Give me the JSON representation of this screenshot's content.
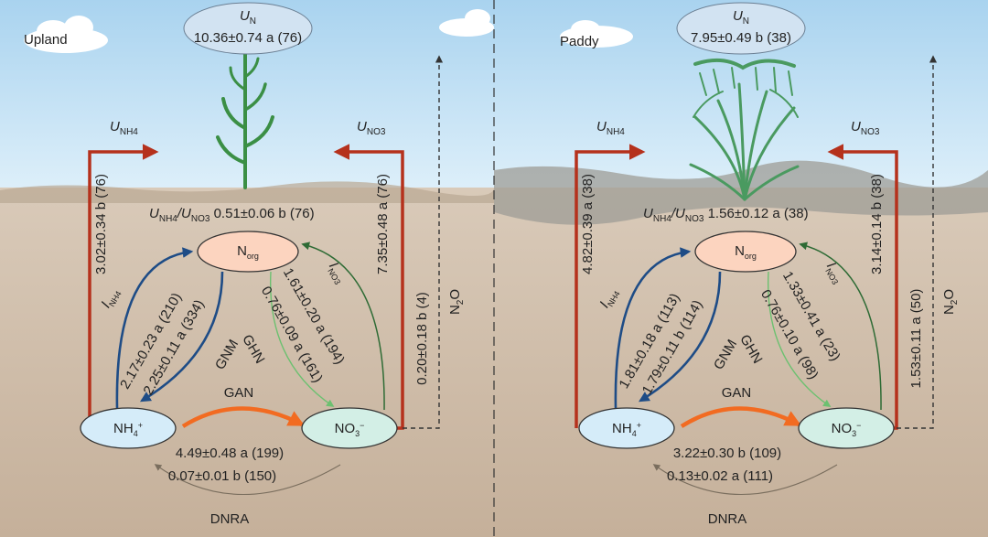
{
  "colors": {
    "sky_top": "#a9d3ef",
    "sky_bottom": "#d8ecf8",
    "soil": "#cdbba9",
    "soil_dark": "#bba892",
    "uptake_arrow": "#b5311c",
    "gan_arrow": "#f26b21",
    "gnm_arrow": "#1e4c86",
    "ghn_arrow": "#6cc070",
    "ino3_arrow": "#2e6b35",
    "dnra_arrow": "#7a6e5e",
    "norg_fill": "#fcd4bf",
    "nh4_fill": "#d5ecf9",
    "no3_fill": "#d3efe6",
    "un_fill": "#d2e3f2",
    "plant": "#3b8f45",
    "rice": "#4a9a60"
  },
  "panels": [
    {
      "label": "Upland",
      "plant_icon": "maize-plant-icon",
      "un": {
        "symbol": "U",
        "sub": "N",
        "value": "10.36±0.74 a (76)"
      },
      "u_nh4": {
        "symbol": "U",
        "sub": "NH4",
        "value": "3.02±0.34 b (76)"
      },
      "u_no3": {
        "symbol": "U",
        "sub": "NO3",
        "value": "7.35±0.48 a (76)"
      },
      "ratio": {
        "text": "UNH4/UNO3",
        "value": "0.51±0.06 b (76)"
      },
      "pools": {
        "norg": "Norg",
        "nh4": "NH4+",
        "no3": "NO3−"
      },
      "i_nh4": {
        "label": "INH4",
        "value": "2.17±0.23 a (210)"
      },
      "gnm": {
        "label": "GNM",
        "value": "2.25±0.11 a (334)"
      },
      "ghn": {
        "label": "GHN",
        "value": "0.76±0.09 a (161)"
      },
      "i_no3": {
        "label": "INO3",
        "value": "1.61±0.20 a (194)"
      },
      "gan": {
        "label": "GAN",
        "value": "4.49±0.48 a (199)"
      },
      "dnra": {
        "label": "DNRA",
        "value": "0.07±0.01 b (150)"
      },
      "n2o": {
        "label": "N2O",
        "value": "0.20±0.18 b (4)"
      }
    },
    {
      "label": "Paddy",
      "plant_icon": "rice-plant-icon",
      "un": {
        "symbol": "U",
        "sub": "N",
        "value": "7.95±0.49 b (38)"
      },
      "u_nh4": {
        "symbol": "U",
        "sub": "NH4",
        "value": "4.82±0.39 a (38)"
      },
      "u_no3": {
        "symbol": "U",
        "sub": "NO3",
        "value": "3.14±0.14 b (38)"
      },
      "ratio": {
        "text": "UNH4/UNO3",
        "value": "1.56±0.12 a (38)"
      },
      "pools": {
        "norg": "Norg",
        "nh4": "NH4+",
        "no3": "NO3−"
      },
      "i_nh4": {
        "label": "INH4",
        "value": "1.81±0.18 a (113)"
      },
      "gnm": {
        "label": "GNM",
        "value": "1.79±0.11 b (114)"
      },
      "ghn": {
        "label": "GHN",
        "value": "0.76±0.10 a (98)"
      },
      "i_no3": {
        "label": "INO3",
        "value": "1.33±0.41 a (23)"
      },
      "gan": {
        "label": "GAN",
        "value": "3.22±0.30 b (109)"
      },
      "dnra": {
        "label": "DNRA",
        "value": "0.13±0.02 a (111)"
      },
      "n2o": {
        "label": "N2O",
        "value": "1.53±0.11 a (50)"
      }
    }
  ]
}
